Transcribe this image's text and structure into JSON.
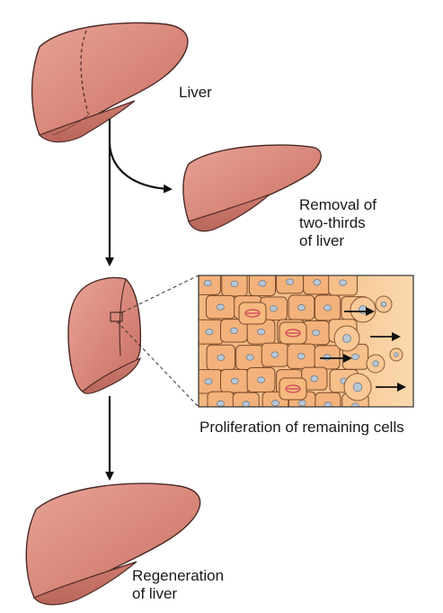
{
  "labels": {
    "liver": "Liver",
    "removal": [
      "Removal of",
      "two-thirds",
      "of liver"
    ],
    "proliferation": "Proliferation of remaining cells",
    "regeneration": [
      "Regeneration",
      "of liver"
    ]
  },
  "colors": {
    "liver_fill": "#d9867a",
    "liver_outline": "#4a2a26",
    "tissue_bg": "#f7c892",
    "cell_fill": "#f5b87e",
    "nucleus": "#b9c7d6",
    "arrow": "#111111"
  }
}
